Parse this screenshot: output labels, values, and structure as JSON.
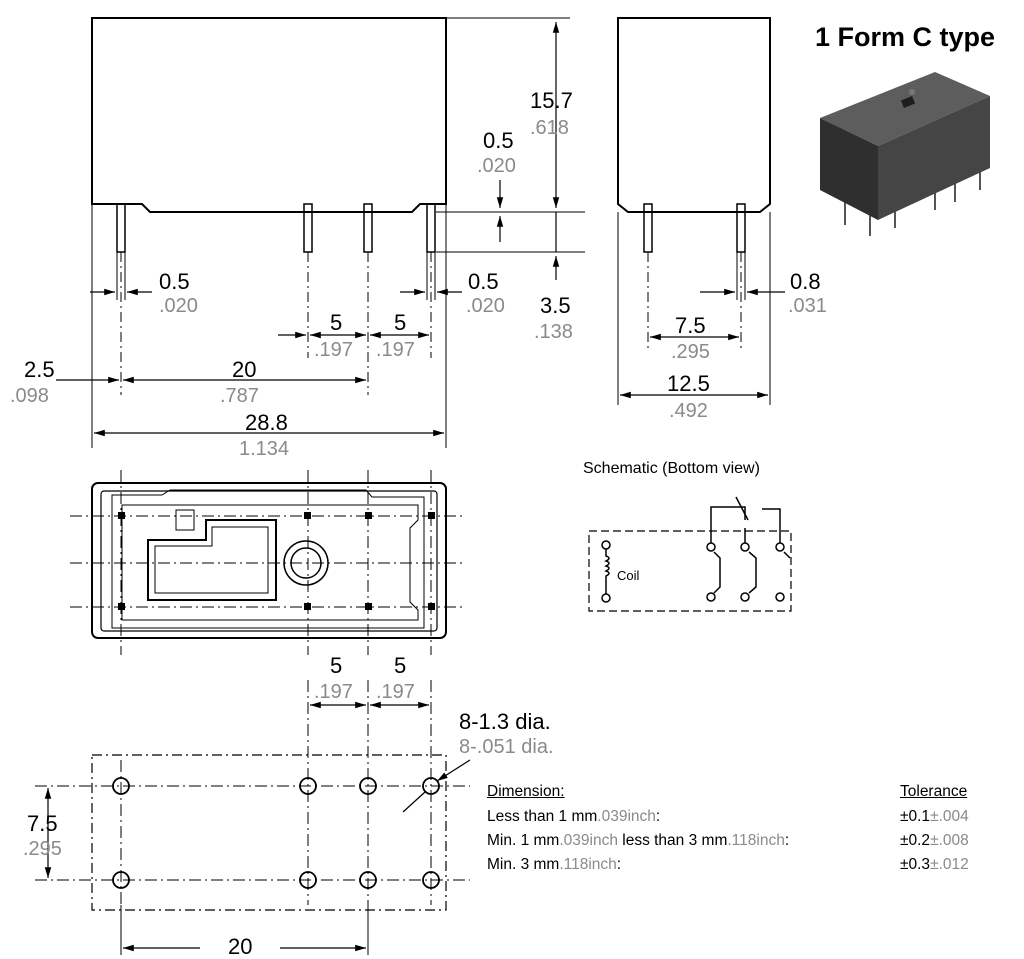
{
  "title": "1 Form C type",
  "schematic": {
    "title": "Schematic (Bottom view)",
    "coil_label": "Coil"
  },
  "dimensions": {
    "height_mm": "15.7",
    "height_in": ".618",
    "pin_step_mm": "0.5",
    "pin_step_in": ".020",
    "pin_len_mm": "3.5",
    "pin_len_in": ".138",
    "pin_w_left_mm": "0.5",
    "pin_w_left_in": ".020",
    "pin_w_right_mm": "0.5",
    "pin_w_right_in": ".020",
    "pitch1_mm": "5",
    "pitch1_in": ".197",
    "pitch2_mm": "5",
    "pitch2_in": ".197",
    "edge_mm": "2.5",
    "edge_in": ".098",
    "span_mm": "20",
    "span_in": ".787",
    "length_mm": "28.8",
    "length_in": "1.134",
    "side_pin_mm": "0.8",
    "side_pin_in": ".031",
    "side_row_mm": "7.5",
    "side_row_in": ".295",
    "width_mm": "12.5",
    "width_in": ".492",
    "pcb_pitch1_mm": "5",
    "pcb_pitch1_in": ".197",
    "pcb_pitch2_mm": "5",
    "pcb_pitch2_in": ".197",
    "hole_mm": "8-1.3 dia.",
    "hole_in": "8-.051 dia.",
    "pcb_row_mm": "7.5",
    "pcb_row_in": ".295",
    "pcb_span_mm": "20"
  },
  "tolerance": {
    "dimension_header": "Dimension:",
    "tolerance_header": "Tolerance",
    "rows": [
      {
        "a": "Less than 1 mm",
        "a_in": ".039inch",
        "b": ":",
        "b_in": "",
        "c": "",
        "c_in": "",
        "d": "",
        "tol": "±0.1",
        "tol_in": "±.004"
      },
      {
        "a": "Min. 1 mm",
        "a_in": ".039inch",
        "b": " less than 3 mm",
        "b_in": ".118inch",
        "c": ":",
        "c_in": "",
        "d": "",
        "tol": "±0.2",
        "tol_in": "±.008"
      },
      {
        "a": "Min. 3 mm",
        "a_in": ".118inch",
        "b": ":",
        "b_in": "",
        "c": "",
        "c_in": "",
        "d": "",
        "tol": "±0.3",
        "tol_in": "±.012"
      }
    ]
  }
}
